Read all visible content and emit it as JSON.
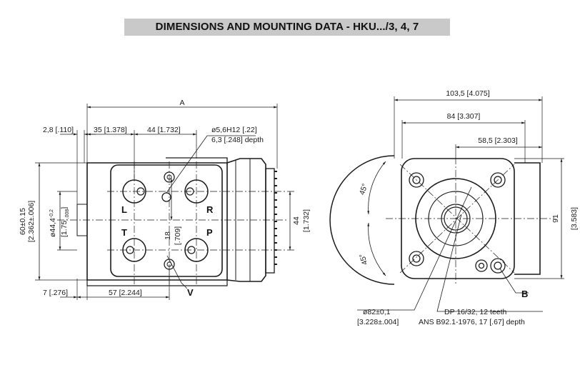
{
  "title": "DIMENSIONS AND MOUNTING  DATA - HKU.../3, 4, 7",
  "front_view": {
    "dim_A": "A",
    "dim_2_8": "2,8 [.110]",
    "dim_35": "35 [1.378]",
    "dim_44_top": "44 [1.732]",
    "dim_hole_1": "ø5,6H12 [.22]",
    "dim_hole_2": "6,3 [.248] depth",
    "dim_60_1": "60±0.15",
    "dim_60_2": "[2.362±.006]",
    "dim_44_4_1": "ø44,4",
    "dim_44_4_tol": "-0,2",
    "dim_44_4_2": "[1.75",
    "dim_44_4_2tol": "-.008",
    "dim_44_4_2end": "]",
    "dim_18_1": "18",
    "dim_18_2": "[.709]",
    "dim_44_right_1": "44",
    "dim_44_right_2": "[1.732]",
    "dim_7": "7 [.276]",
    "dim_57": "57 [2.244]",
    "port_L": "L",
    "port_R": "R",
    "port_T": "T",
    "port_P": "P",
    "port_V": "V"
  },
  "side_view": {
    "dim_103_5": "103,5 [4.075]",
    "dim_84": "84 [3.307]",
    "dim_58_5": "58,5 [2.303]",
    "dim_91_1": "91",
    "dim_91_2": "[3.583]",
    "angle_top": "45°",
    "angle_bottom": "45°",
    "label_B": "B",
    "dim_82_1": "ø82±0,1",
    "dim_82_2": "[3.228±.004]",
    "spline_1": "DP 16/32, 12 teeth",
    "spline_2": "ANS B92.1-1976, 17 [.67] depth"
  }
}
